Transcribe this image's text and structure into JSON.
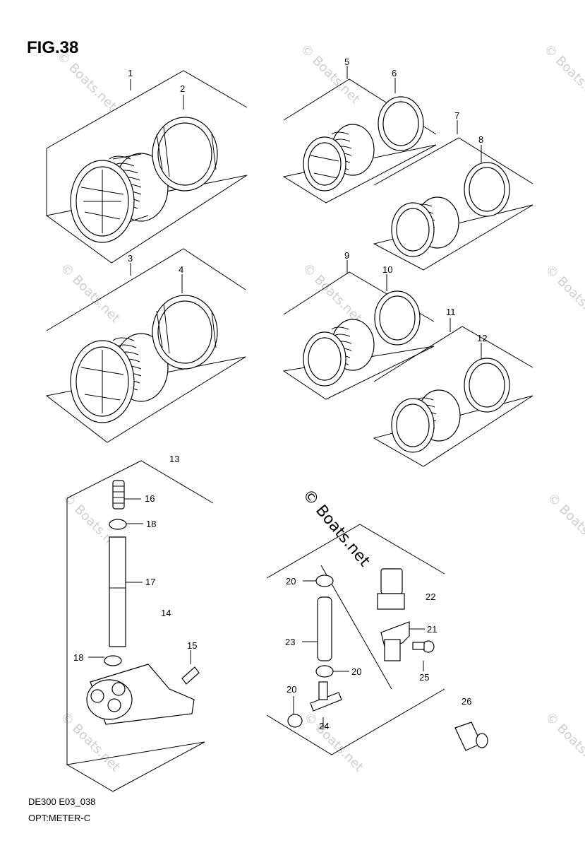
{
  "figure": {
    "title": "FIG.38"
  },
  "footer": {
    "code": "DE300 E03_038",
    "name": "OPT:METER-C"
  },
  "watermark": {
    "text": "© Boats.net"
  },
  "callouts": [
    "1",
    "2",
    "3",
    "4",
    "5",
    "6",
    "7",
    "8",
    "9",
    "10",
    "11",
    "12",
    "13",
    "14",
    "15",
    "16",
    "17",
    "18",
    "18",
    "20",
    "20",
    "20",
    "21",
    "22",
    "23",
    "24",
    "25",
    "26"
  ]
}
